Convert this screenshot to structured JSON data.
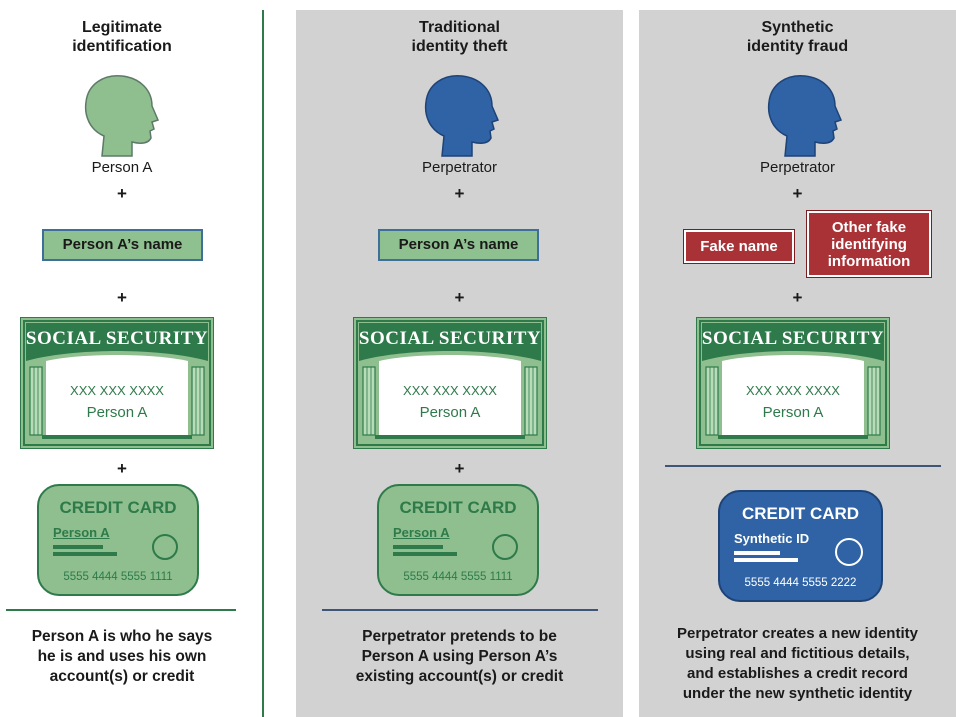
{
  "columns": [
    {
      "title_line1": "Legitimate",
      "title_line2": "identification",
      "person_label": "Person A",
      "name_box": "Person A’s name",
      "ssc_header": "SOCIAL SECURITY",
      "ssc_number": "XXX XXX XXXX",
      "ssc_name": "Person A",
      "card_title": "CREDIT CARD",
      "card_name": "Person A",
      "card_number": "5555 4444 5555 1111",
      "caption_lines": [
        "Person A is who he says",
        "he is and uses his own",
        "account(s) or credit"
      ],
      "head_color": "#8fbf8f"
    },
    {
      "title_line1": "Traditional",
      "title_line2": "identity theft",
      "person_label": "Perpetrator",
      "name_box": "Person A’s name",
      "ssc_header": "SOCIAL SECURITY",
      "ssc_number": "XXX XXX XXXX",
      "ssc_name": "Person A",
      "card_title": "CREDIT CARD",
      "card_name": "Person A",
      "card_number": "5555 4444 5555 1111",
      "caption_lines": [
        "Perpetrator pretends to be",
        "Person A using Person A’s",
        "existing account(s) or credit"
      ],
      "head_color": "#2f63a6"
    },
    {
      "title_line1": "Synthetic",
      "title_line2": "identity fraud",
      "person_label": "Perpetrator",
      "fake_name": "Fake name",
      "other_fake_lines": [
        "Other fake",
        "identifying",
        "information"
      ],
      "ssc_header": "SOCIAL SECURITY",
      "ssc_number": "XXX XXX XXXX",
      "ssc_name": "Person A",
      "card_title": "CREDIT CARD",
      "card_name": "Synthetic ID",
      "card_number": "5555 4444 5555 2222",
      "caption_lines": [
        "Perpetrator creates a new identity",
        "using real and fictitious details,",
        "and establishes a credit record",
        "under the new synthetic identity"
      ],
      "head_color": "#2f63a6"
    }
  ],
  "plus_sign": "+",
  "colors": {
    "green_dark": "#2e7a4a",
    "green_light": "#8fbf8f",
    "blue": "#2f63a6",
    "red": "#a93237",
    "panel_gray": "#d2d2d2"
  }
}
